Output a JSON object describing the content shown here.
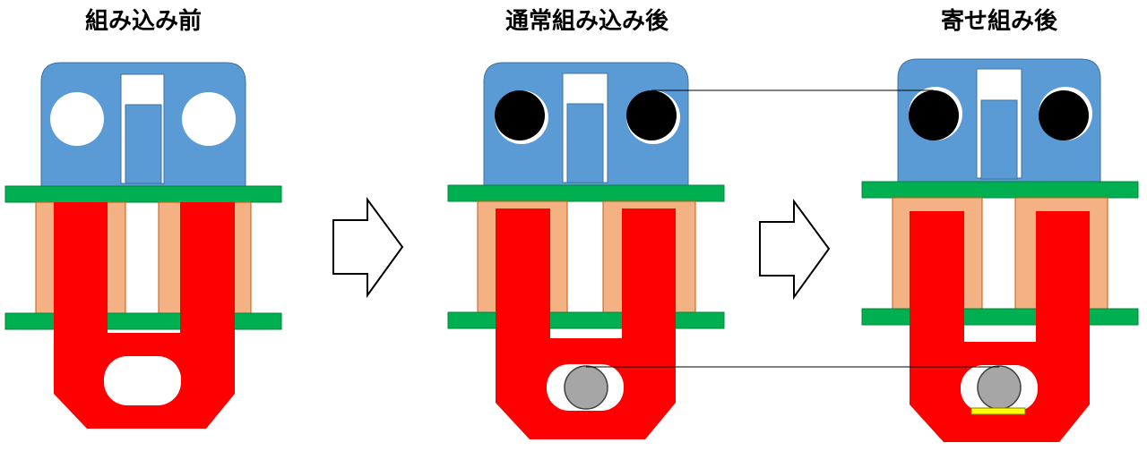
{
  "stages": [
    {
      "id": "before",
      "title": "組み込み前"
    },
    {
      "id": "normal",
      "title": "通常組み込み後"
    },
    {
      "id": "shifted",
      "title": "寄せ組み後"
    }
  ],
  "colors": {
    "housing_blue": "#5b9bd5",
    "housing_outline": "#41719c",
    "board_green": "#00b050",
    "spacer_orange": "#f4b183",
    "spacer_outline": "#c55a11",
    "clip_red": "#ff0000",
    "pin_black": "#000000",
    "pin_gray": "#a6a6a6",
    "shim_yellow": "#ffff00",
    "arrow_fill": "#ffffff",
    "arrow_stroke": "#000000"
  }
}
